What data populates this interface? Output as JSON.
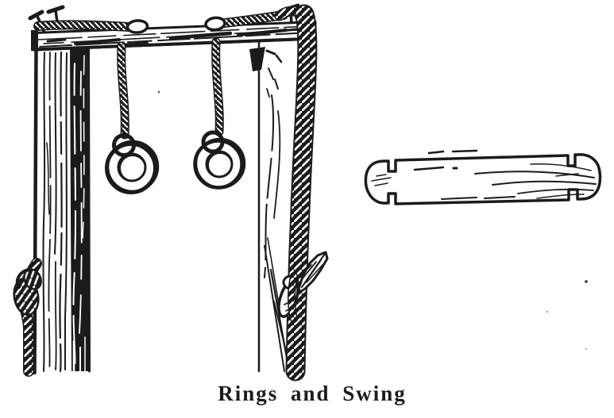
{
  "figure": {
    "caption": "Rings and Swing",
    "background_color": "#ffffff",
    "ink_color": "#1b1b1b",
    "illustration_parts": [
      "crossbar",
      "screw-icons",
      "rope-wrap-left",
      "rope-wrap-right",
      "left-post",
      "right-post",
      "rope-coil",
      "ring-rope-left",
      "ring-rope-right",
      "gymnastic-ring-left",
      "gymnastic-ring-right",
      "rope-knot",
      "cleat",
      "swing-seat-board"
    ]
  }
}
